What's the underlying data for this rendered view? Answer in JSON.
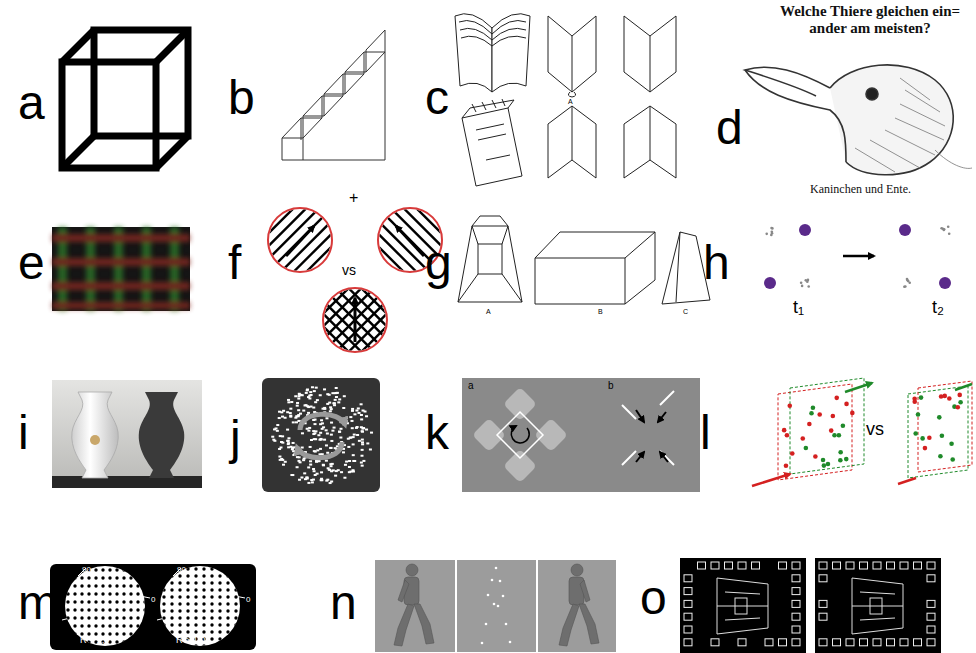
{
  "diagram": {
    "labels": [
      "a",
      "b",
      "c",
      "d",
      "e",
      "f",
      "g",
      "h",
      "i",
      "j",
      "k",
      "l",
      "m",
      "n",
      "o",
      "A",
      "Welche Thiere gleichen ein= ander am meisten?",
      "Kaninchen und Ente.",
      "+",
      "vs",
      "A",
      "B",
      "C",
      "t₁",
      "t₂",
      "a",
      "b",
      "vs",
      "90",
      "0",
      "R < 1.0",
      "90",
      "0",
      "R > 1.0"
    ]
  }
}
